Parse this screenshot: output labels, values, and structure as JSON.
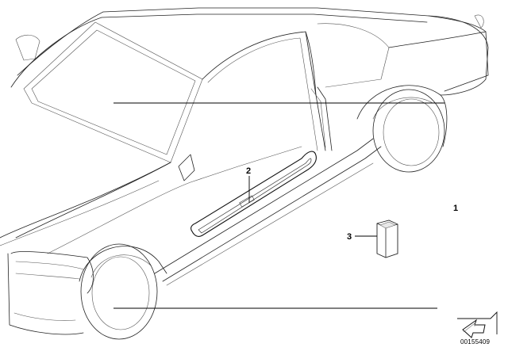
{
  "callouts": [
    {
      "id": "1",
      "text": "1"
    },
    {
      "id": "2",
      "text": "2"
    },
    {
      "id": "3",
      "text": "3"
    }
  ],
  "diagram_number": "00155409"
}
